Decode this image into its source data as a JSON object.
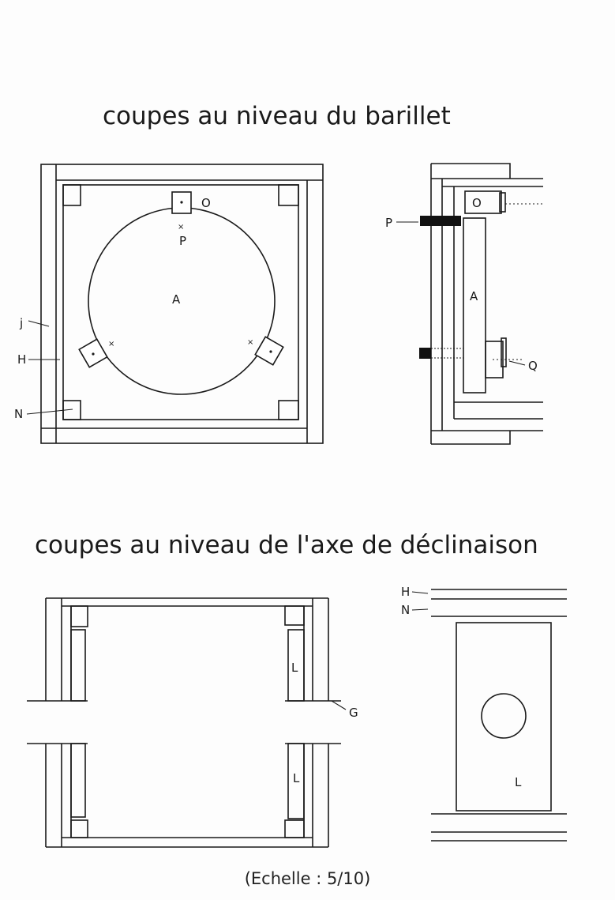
{
  "titles": {
    "top": "coupes au niveau du barillet",
    "bottom": "coupes au niveau de l'axe de déclinaison",
    "scale": "(Echelle : 5/10)"
  },
  "labels": {
    "top_left": {
      "O": "O",
      "P": "P",
      "A": "A",
      "j": "j",
      "H": "H",
      "N": "N"
    },
    "top_right": {
      "P": "P",
      "O": "O",
      "A": "A",
      "Q": "Q"
    },
    "bottom_left": {
      "L1": "L",
      "L2": "L",
      "G": "G"
    },
    "bottom_right": {
      "H": "H",
      "N": "N",
      "L": "L"
    }
  }
}
